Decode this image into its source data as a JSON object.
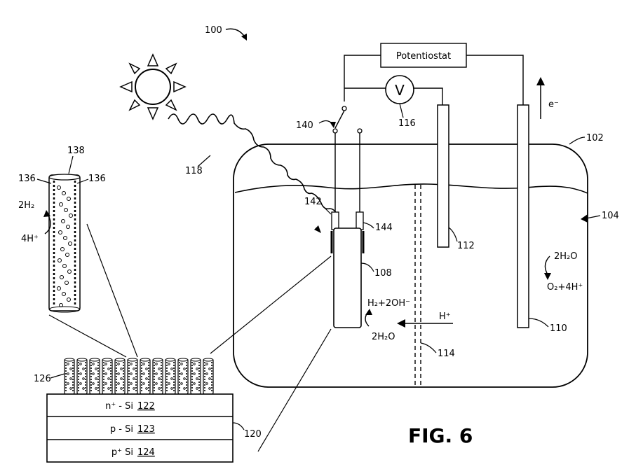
{
  "figure": {
    "title": "FIG. 6",
    "system_ref": "100",
    "potentiostat": "Potentiostat",
    "voltmeter": "V",
    "electron": "e⁻",
    "refs": {
      "container": "102",
      "electrolyte": "104",
      "photoelectrode": "108",
      "counter_electrode": "110",
      "reference_electrode": "112",
      "membrane": "114",
      "voltmeter": "116",
      "light": "118",
      "substrate": "120",
      "nanowires": "126",
      "pores": "136",
      "pores_b": "136",
      "nanowire_surface": "138",
      "switch": "140",
      "lead_a": "142",
      "lead_b": "144"
    },
    "reactions": {
      "cathode_product": "H₂+2OH⁻",
      "cathode_reactant": "2H₂O",
      "proton": "H⁺",
      "anode_reactant": "2H₂O",
      "anode_product": "O₂+4H⁺",
      "wire_product": "2H₂",
      "wire_reactant": "4H⁺"
    },
    "layers": [
      {
        "name": "n⁺ - Si",
        "ref": "122"
      },
      {
        "name": "p - Si",
        "ref": "123"
      },
      {
        "name": "p⁺ Si",
        "ref": "124"
      }
    ]
  }
}
